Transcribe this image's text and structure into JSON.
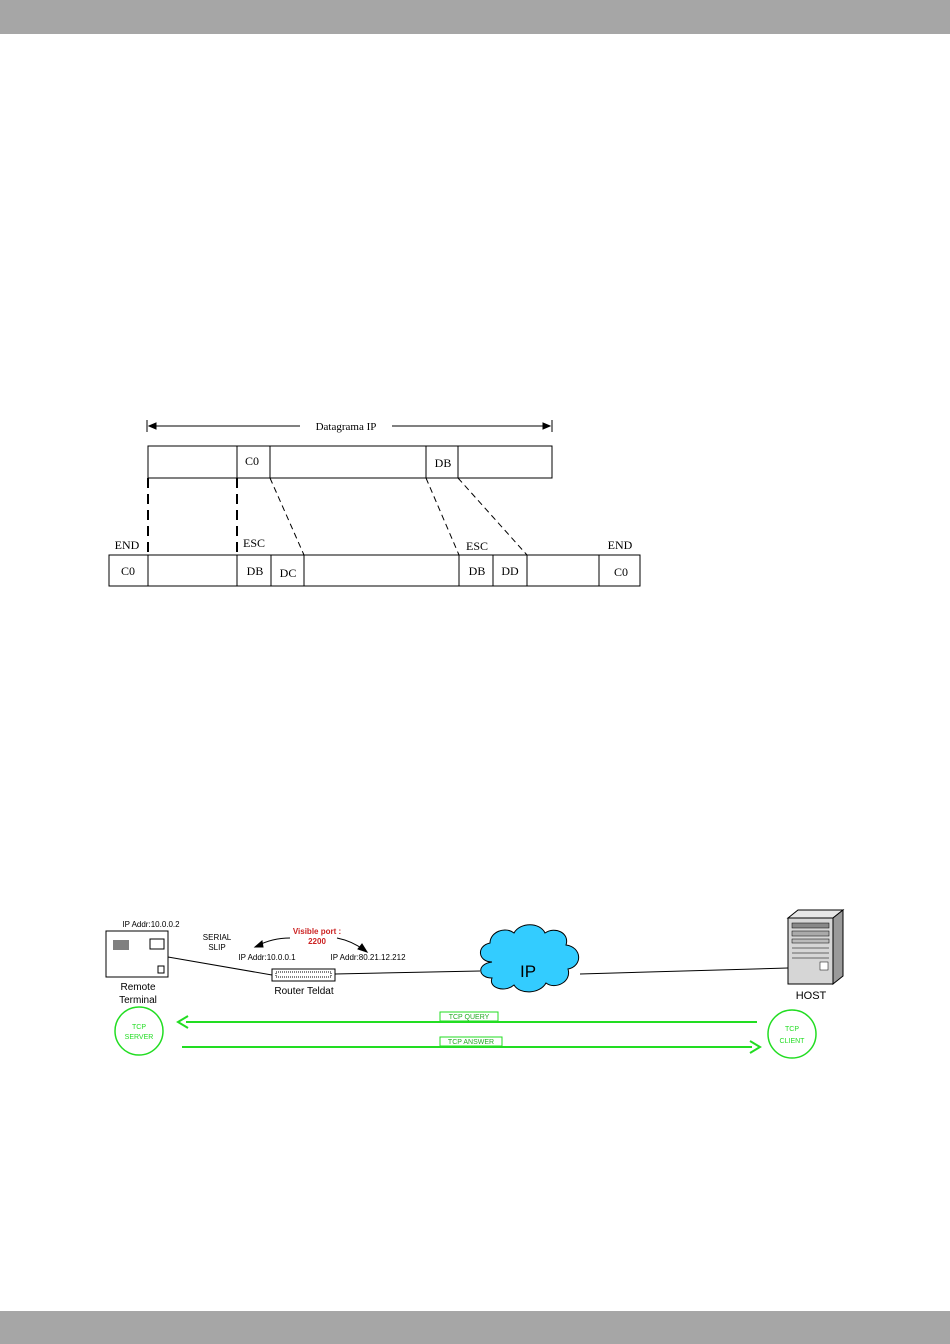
{
  "slip_diagram": {
    "datagram_label": "Datagrama   IP",
    "original_fields": [
      "C0",
      "DB"
    ],
    "end_labels": [
      "END",
      "END"
    ],
    "esc_labels": [
      "ESC",
      "ESC"
    ],
    "encoded_fields": [
      "C0",
      "DB",
      "DC",
      "DB",
      "DD",
      "C0"
    ]
  },
  "network_diagram": {
    "remote_ip": "IP Addr:10.0.0.2",
    "serial_label_1": "SERIAL",
    "serial_label_2": "SLIP",
    "visible_port_1": "Visible port :",
    "visible_port_2": "2200",
    "router_ip_lan": "IP Addr:10.0.0.1",
    "router_ip_wan": "IP Addr:80.21.12.212",
    "remote_label_1": "Remote",
    "remote_label_2": "Terminal",
    "router_label": "Router Teldat",
    "cloud_label": "IP",
    "host_label": "HOST",
    "tcp_server_1": "TCP",
    "tcp_server_2": "SERVER",
    "tcp_client_1": "TCP",
    "tcp_client_2": "CLIENT",
    "tcp_query": "TCP QUERY",
    "tcp_answer": "TCP ANSWER",
    "colors": {
      "green": "#22dd22",
      "port_red": "#cc2222",
      "cloud": "#33ccff"
    }
  }
}
